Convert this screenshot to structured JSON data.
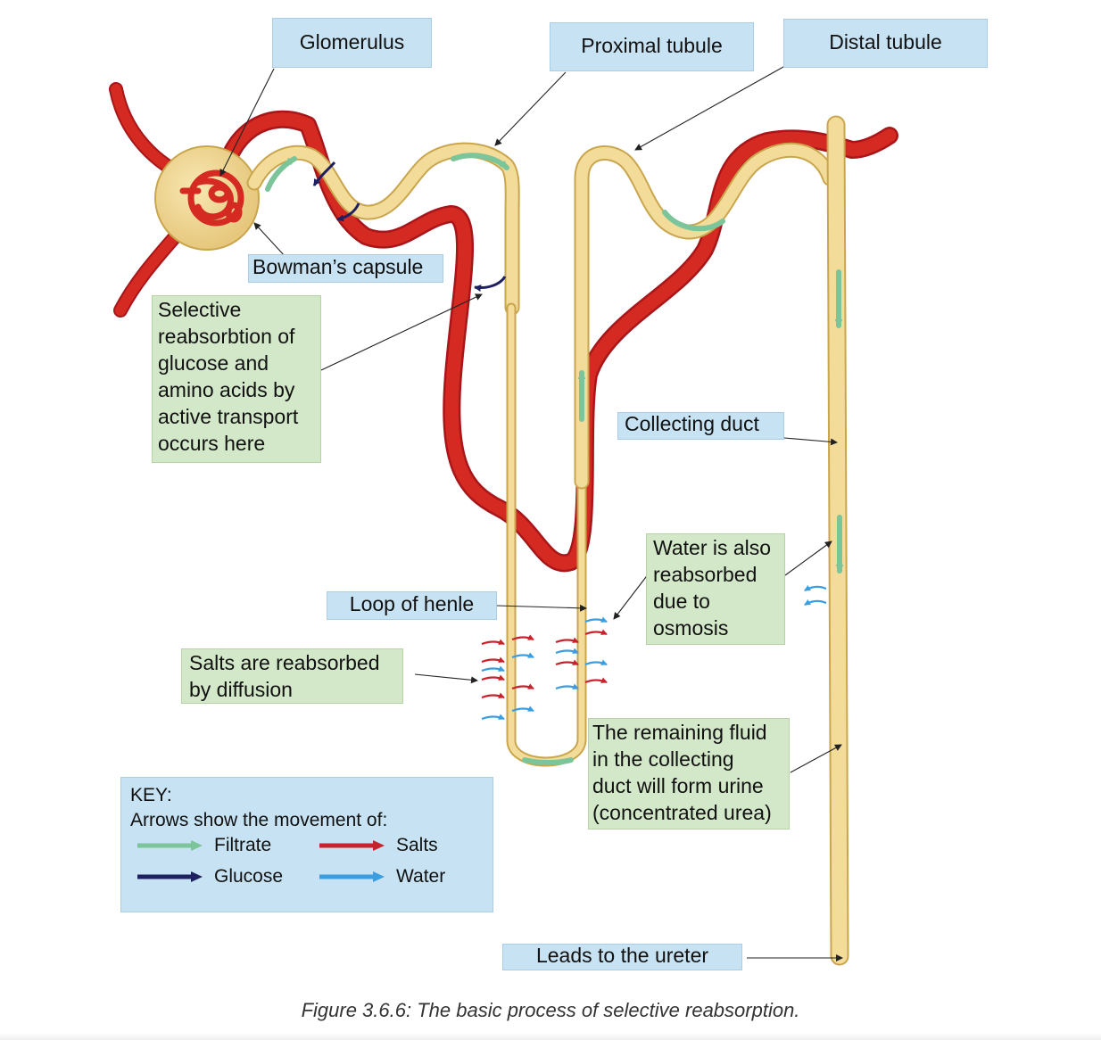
{
  "labels": {
    "glomerulus": "Glomerulus",
    "proximal_tubule": "Proximal tubule",
    "distal_tubule": "Distal tubule",
    "bowmans_capsule": "Bowman’s capsule",
    "selective_reabsorption": [
      "Selective",
      "reabsorbtion of",
      "glucose and",
      "amino acids by",
      "active transport",
      "occurs here"
    ],
    "collecting_duct": "Collecting duct",
    "water_osmosis": [
      "Water is also",
      "reabsorbed",
      "due to",
      "osmosis"
    ],
    "loop_of_henle": "Loop of henle",
    "salts_diffusion": [
      "Salts are reabsorbed",
      "by diffusion"
    ],
    "remaining_fluid": [
      "The remaining fluid",
      "in the collecting",
      "duct will form urine",
      "(concentrated urea)"
    ],
    "leads_to_ureter": "Leads to the ureter"
  },
  "key": {
    "title": "KEY:",
    "subtitle": "Arrows show the movement of:",
    "items": [
      {
        "label": "Filtrate",
        "color": "#7cc49a"
      },
      {
        "label": "Salts",
        "color": "#c8232c"
      },
      {
        "label": "Glucose",
        "color": "#1f2060"
      },
      {
        "label": "Water",
        "color": "#3a9ee0"
      }
    ]
  },
  "colors": {
    "blood_vessel": "#d42a22",
    "tubule": "#f3dc9a",
    "tubule_outline": "#c9a64e",
    "label_blue": "#c7e3f3",
    "label_green": "#d3e8c9"
  },
  "caption": "Figure 3.6.6: The basic process of selective reabsorption."
}
